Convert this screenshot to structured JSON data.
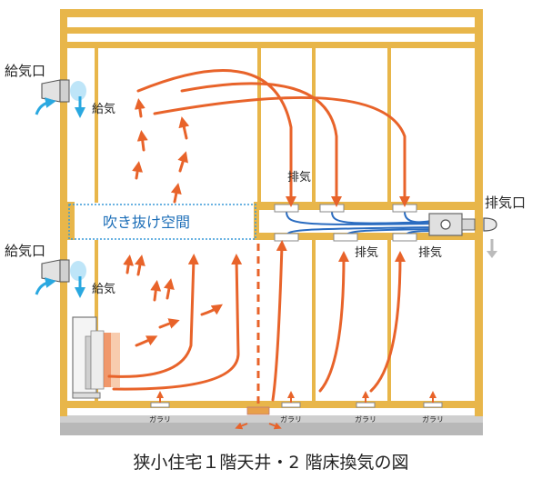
{
  "labels": {
    "intake_top": "給気口",
    "intake_bottom": "給気口",
    "supply_top": "給気",
    "supply_bottom": "給気",
    "exhaust_top": "排気",
    "exhaust_bottom_1": "排気",
    "exhaust_bottom_2": "排気",
    "exhaust_port": "排気口",
    "void_space": "吹き抜け空間",
    "gallery_1": "ガラリ",
    "gallery_2": "ガラリ",
    "gallery_3": "ガラリ",
    "gallery_4": "ガラリ"
  },
  "caption": "狭小住宅１階天井・2 階床換気の図",
  "colors": {
    "frame": "#e8b64a",
    "airflow": "#e8632a",
    "duct": "#2a6cc0",
    "intake_arrow": "#2aa8e0",
    "exhaust_arrow_out": "#bbbbbb",
    "ground": "#b8b8b8",
    "void_border": "#3a9ad8",
    "void_text": "#1e6fb8"
  },
  "icons": [
    "intake-vent-icon",
    "heater-icon",
    "exhaust-fan-icon",
    "gallery-grille-icon"
  ]
}
